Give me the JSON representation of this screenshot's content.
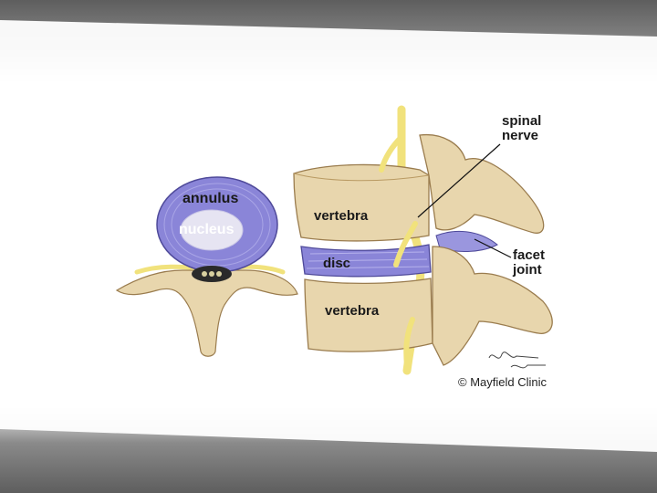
{
  "labels": {
    "annulus": "annulus",
    "nucleus": "nucleus",
    "vertebra_upper": "vertebra",
    "disc": "disc",
    "vertebra_lower": "vertebra",
    "spinal_nerve": "spinal\nnerve",
    "facet_joint": "facet\njoint"
  },
  "credit": "© Mayfield Clinic",
  "colors": {
    "background_band": "#6a6a6a",
    "disc_purple": "#8a85d8",
    "nucleus_white": "#e6e4f2",
    "bone": "#e8d6ad",
    "bone_shadow": "#b99a63",
    "nerve_yellow": "#f1e27c"
  }
}
